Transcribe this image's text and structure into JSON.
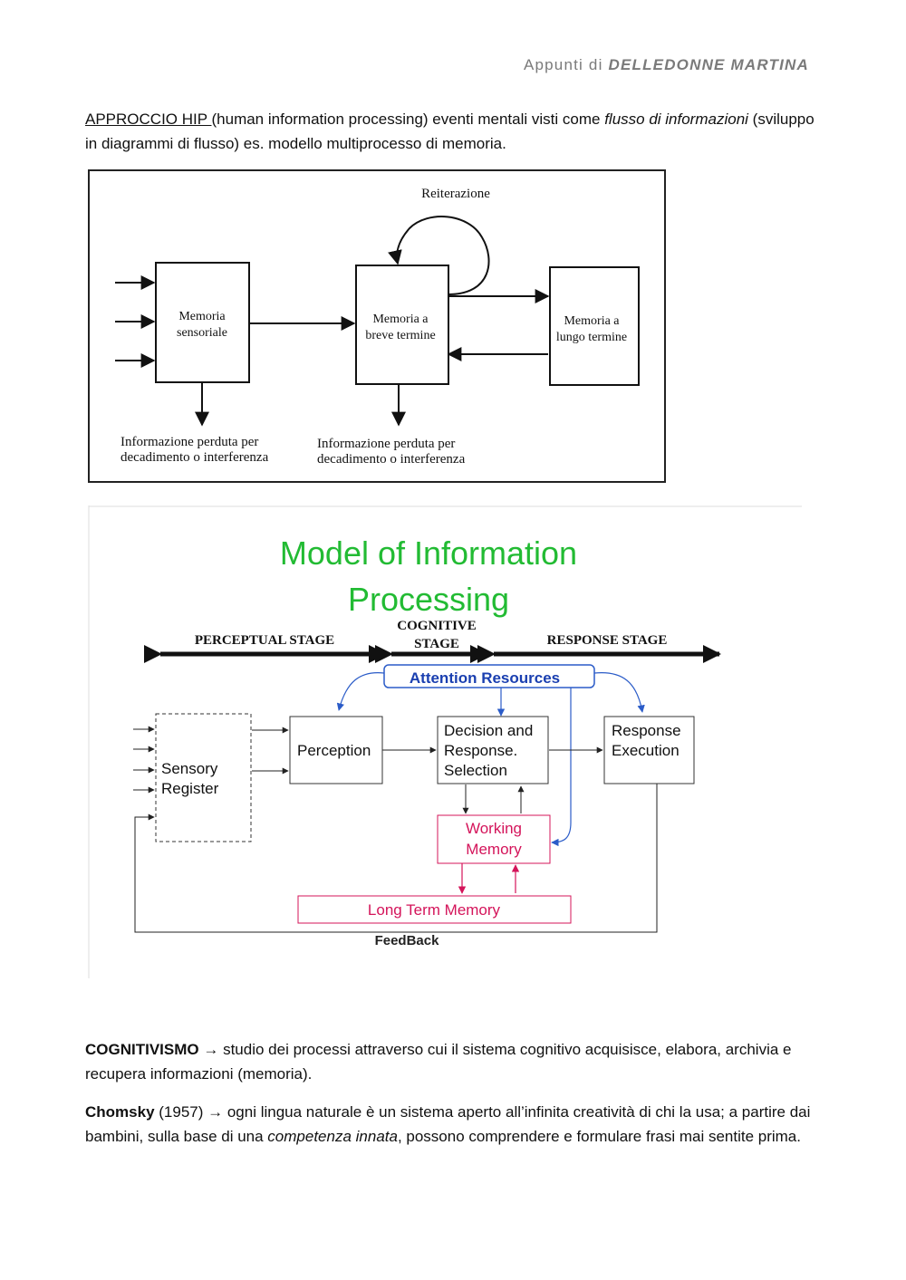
{
  "header": {
    "prefix": "Appunti di ",
    "author": "DELLEDONNE MARTINA"
  },
  "intro": {
    "term": "APPROCCIO HIP ",
    "text1": "(human information processing) eventi mentali visti come ",
    "em": "flusso di informazioni",
    "text2": " (sviluppo in diagrammi di flusso) es. modello multiprocesso di memoria."
  },
  "fig1": {
    "loop_label": "Reiterazione",
    "box1": [
      "Memoria",
      "sensoriale"
    ],
    "box2": [
      "Memoria a",
      "breve termine"
    ],
    "box3": [
      "Memoria a",
      "lungo termine"
    ],
    "loss1": [
      "Informazione perduta per",
      "decadimento o interferenza"
    ],
    "loss2": [
      "Informazione perduta per",
      "decadimento o interferenza"
    ]
  },
  "fig2": {
    "title1": "Model of Information",
    "title2": "Processing",
    "stage_perceptual": "PERCEPTUAL STAGE",
    "stage_cognitive1": "COGNITIVE",
    "stage_cognitive2": "STAGE",
    "stage_response": "RESPONSE STAGE",
    "attention": "Attention Resources",
    "sensory": [
      "Sensory",
      "Register"
    ],
    "perception": "Perception",
    "decision": [
      "Decision and",
      "Response.",
      "Selection"
    ],
    "response_exec": [
      "Response",
      "Execution"
    ],
    "working": [
      "Working",
      "Memory"
    ],
    "ltm": "Long Term Memory",
    "feedback": "FeedBack",
    "colors": {
      "title": "#22bb33",
      "attention": "#1a3fb0",
      "memory": "#d4145a"
    }
  },
  "cognitivismo": {
    "term": "COGNITIVISMO",
    "text": " → studio dei processi attraverso cui il sistema cognitivo acquisisce, elabora, archivia e recupera informazioni (memoria)."
  },
  "chomsky": {
    "term": "Chomsky",
    "text1": " (1957) → ogni lingua naturale è un sistema aperto all’infinita creatività di chi la usa; a partire dai bambini, sulla base di una ",
    "em": "competenza innata",
    "text2": ", possono comprendere e formulare frasi mai sentite prima."
  }
}
